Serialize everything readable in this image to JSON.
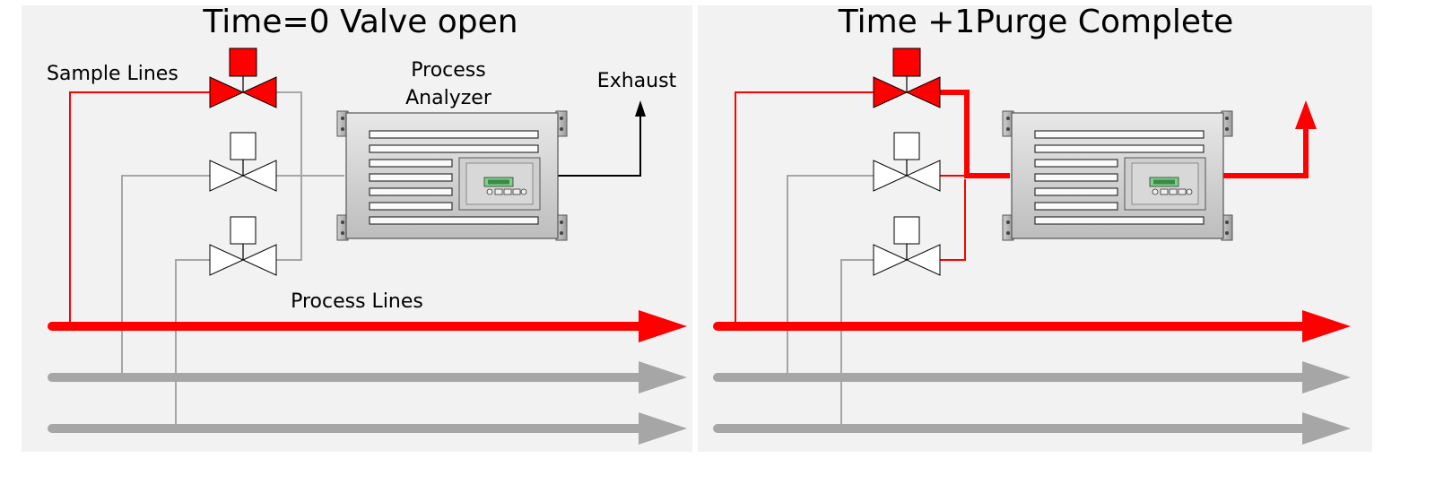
{
  "panels": [
    {
      "id": "left",
      "title": "Time=0 Valve open",
      "labels": {
        "sample_lines": "Sample Lines",
        "process_analyzer_1": "Process",
        "process_analyzer_2": "Analyzer",
        "exhaust": "Exhaust",
        "process_lines": "Process Lines"
      }
    },
    {
      "id": "right",
      "title": "Time +1Purge Complete",
      "labels": {}
    }
  ],
  "colors": {
    "active": "#ff0000",
    "inactive": "#a6a6a6",
    "thin_line": "#a6a6a6",
    "background": "#f2f2f2"
  }
}
